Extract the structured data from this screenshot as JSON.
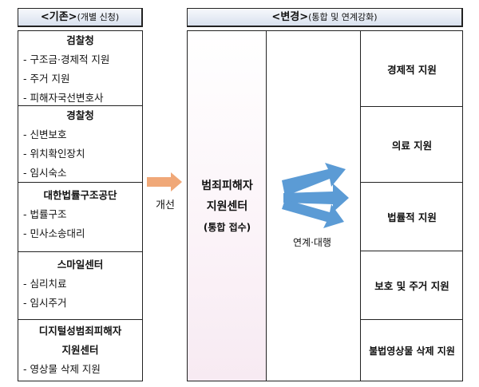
{
  "before": {
    "title": "<기존>",
    "subtitle": "(개별 신청)",
    "sections": [
      {
        "title": "검찰청",
        "items": [
          "- 구조금·경제적 지원",
          "- 주거 지원",
          "- 피해자국선변호사"
        ]
      },
      {
        "title": "경찰청",
        "items": [
          "- 신변보호",
          "- 위치확인장치",
          "- 임시숙소"
        ]
      },
      {
        "title": "대한법률구조공단",
        "items": [
          "- 법률구조",
          "- 민사소송대리"
        ]
      },
      {
        "title": "스마일센터",
        "items": [
          "- 심리치료",
          "- 임시주거"
        ]
      },
      {
        "title_lines": [
          "디지털성범죄피해자",
          "지원센터"
        ],
        "items": [
          "- 영상물 삭제 지원"
        ]
      }
    ]
  },
  "transition": {
    "label": "개선",
    "color": "#f0a878"
  },
  "after": {
    "title": "<변경>",
    "subtitle": "(통합 및 연계강화)",
    "center": [
      "범죄피해자",
      "지원센터",
      "(통합 접수)"
    ],
    "link_label": "연계·대행",
    "arrow_color": "#5b9bd5",
    "services": [
      "경제적 지원",
      "의료 지원",
      "법률적 지원",
      "보호 및 주거 지원",
      "불법영상물 삭제 지원"
    ]
  }
}
